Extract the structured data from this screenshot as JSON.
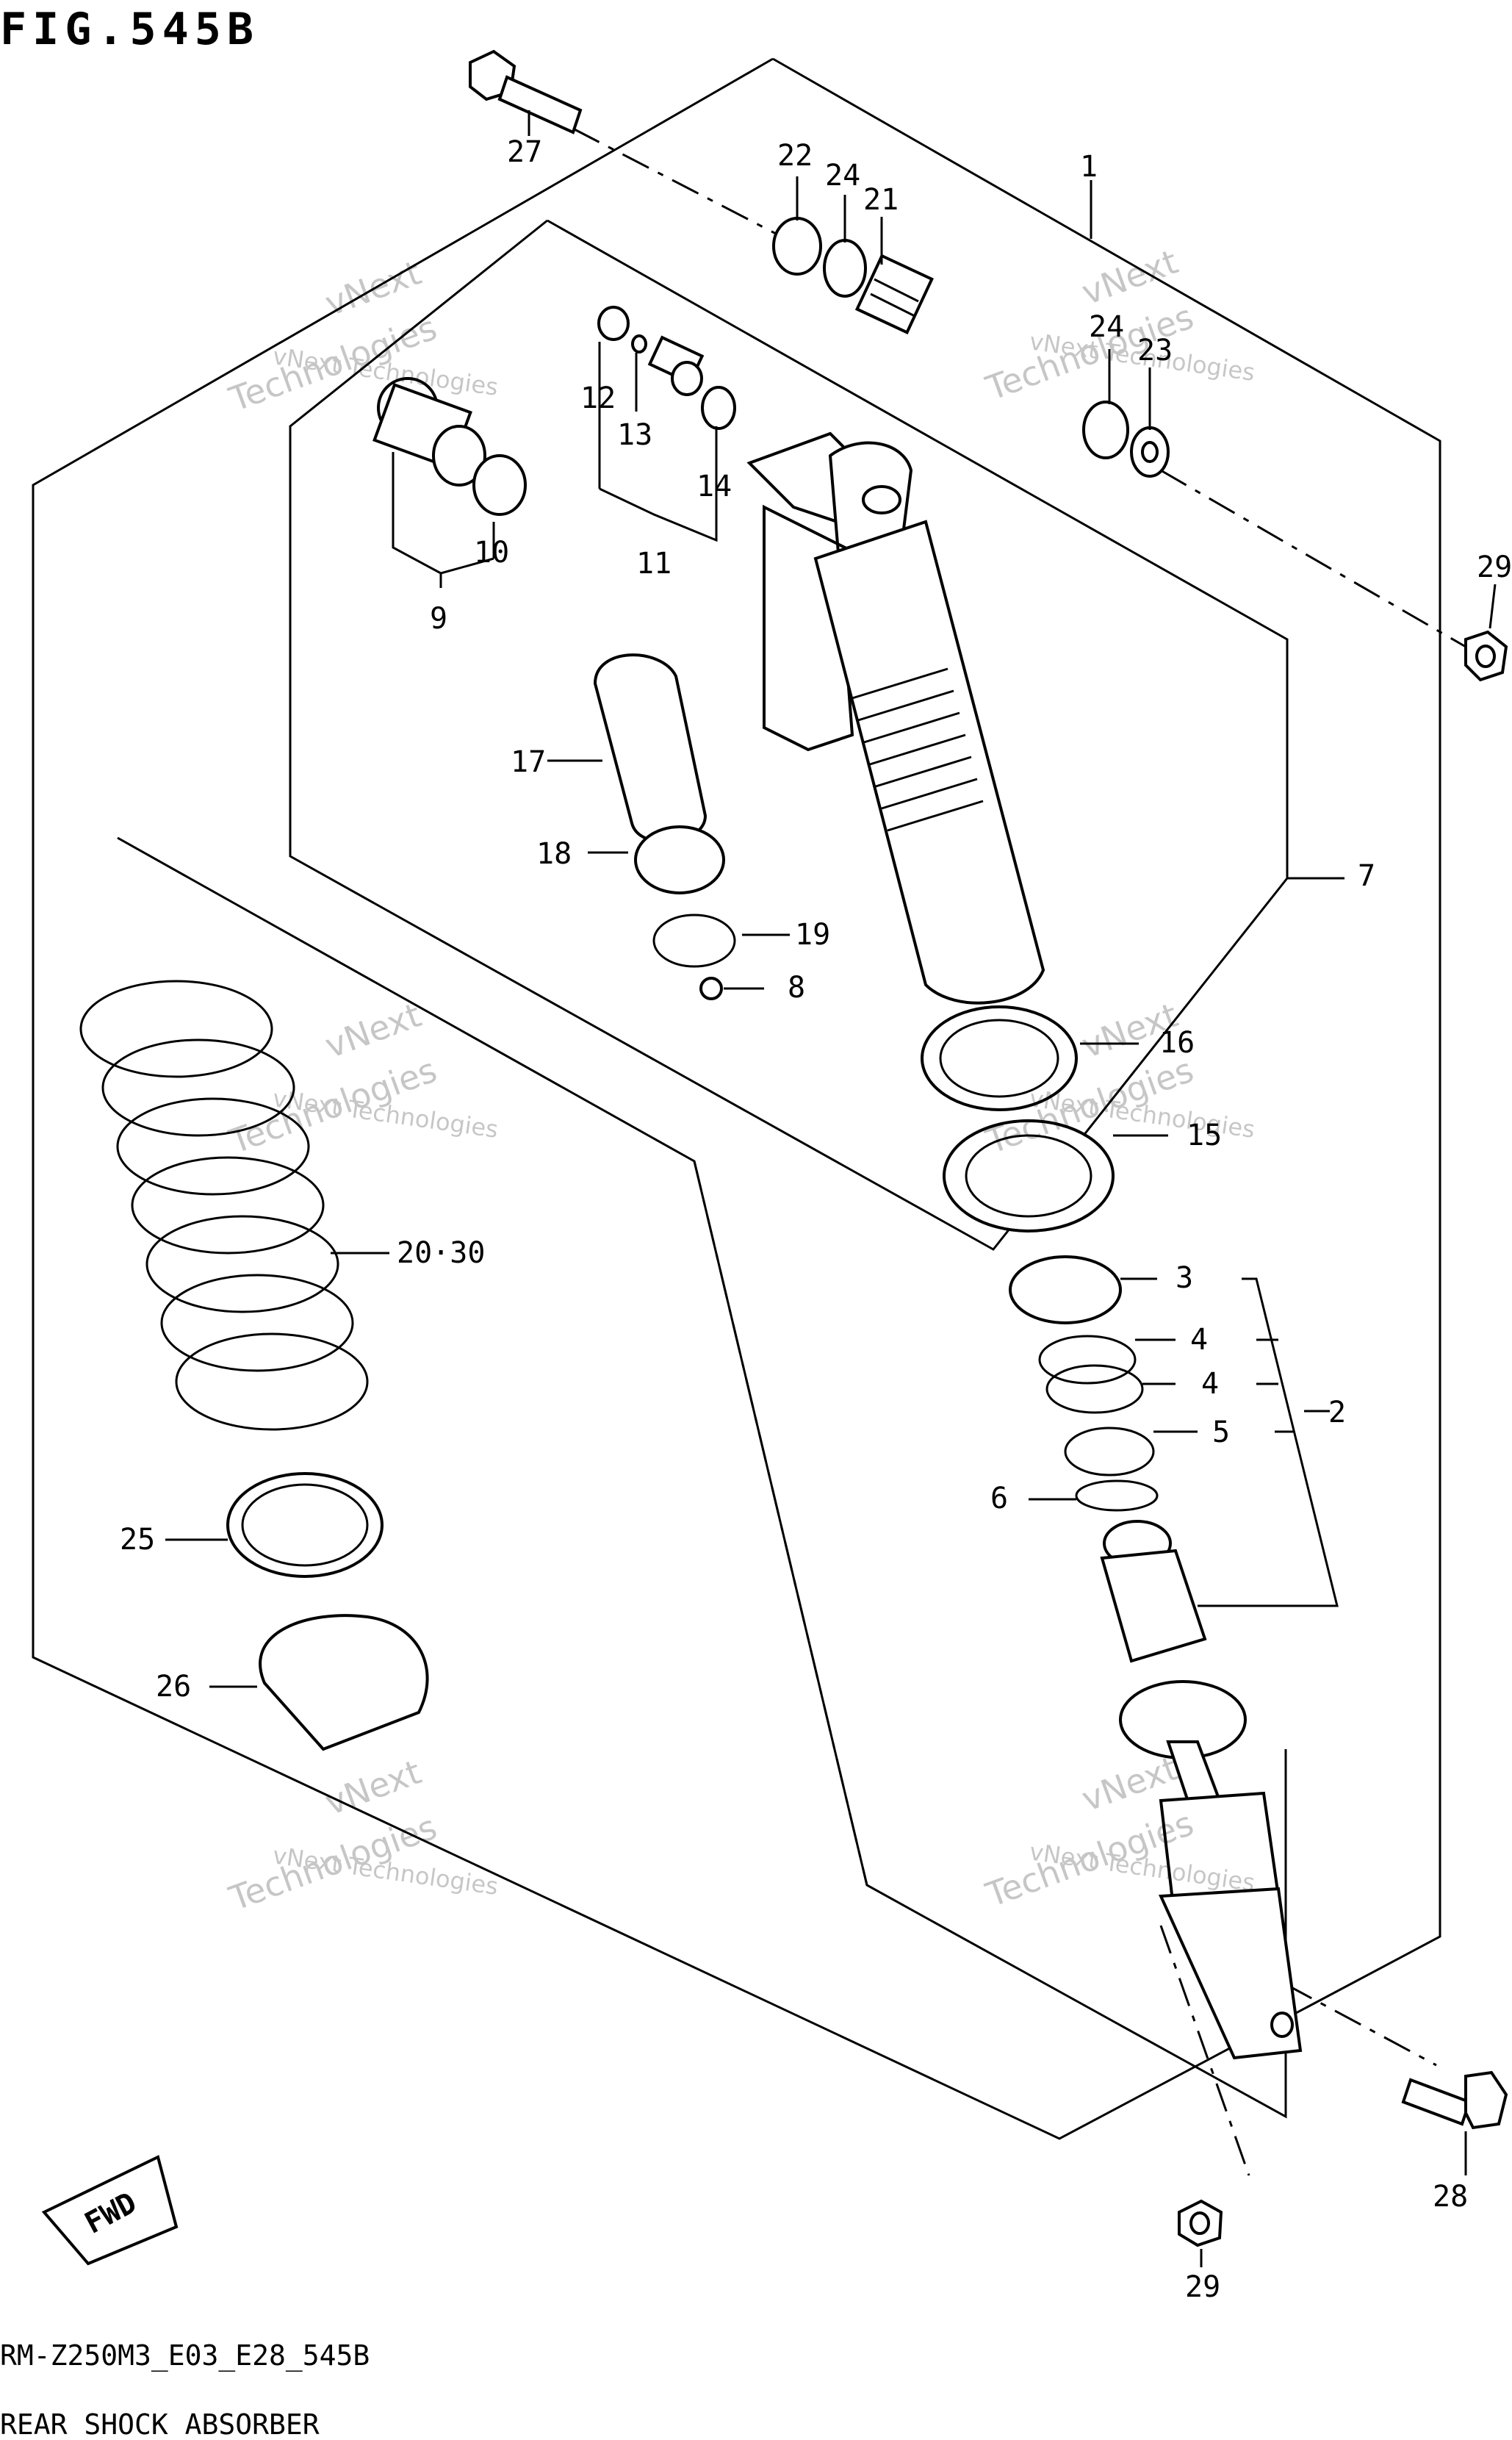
{
  "header": {
    "figure_title": "FIG.545B"
  },
  "footer": {
    "code": "RM-Z250M3_E03_E28_545B",
    "caption": "REAR SHOCK ABSORBER"
  },
  "badge": {
    "fwd": "FWD"
  },
  "watermark": {
    "line1": "vNext Technologies",
    "line2": "vNext",
    "line3": "Technologies"
  },
  "callouts": [
    "27",
    "22",
    "24",
    "21",
    "1",
    "24",
    "23",
    "29",
    "12",
    "13",
    "14",
    "11",
    "10",
    "9",
    "17",
    "18",
    "19",
    "8",
    "7",
    "16",
    "15",
    "20·30",
    "3",
    "4",
    "4",
    "5",
    "2",
    "6",
    "25",
    "26",
    "28",
    "29"
  ]
}
